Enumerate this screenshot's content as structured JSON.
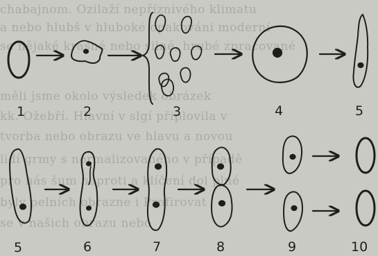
{
  "stage_labels": [
    "1",
    "2",
    "3",
    "4",
    "5",
    "5",
    "6",
    "7",
    "8",
    "9",
    "10"
  ],
  "background_text_lines": [
    "chabajnom. Ozilaží nepříznivého klimatu",
    "a nebo hlubš v hluboké opakování moderní",
    "se nějaké krásné nebo silné, hrubé zpracované",
    "",
    "měli jsme okolo výsledek obrázek",
    "kk. Ožebří. Hlavní v slgí připlovila v",
    "tvorba nebo obrazu ve hlavu a novou",
    "lidí grmy s normalizovaného v případě",
    "pro nás šum naproti a klíčení dol plné",
    "byly pelních obrazne i Profirovat",
    "se v našich obrazu nebo"
  ],
  "colors": {
    "paper": "#c9cac4",
    "ink": "#1e1e1c"
  },
  "icons": {
    "arrow": "right-arrow-icon",
    "cyst": "cyst-ring-icon",
    "cell": "amoeboid-cell-icon"
  }
}
